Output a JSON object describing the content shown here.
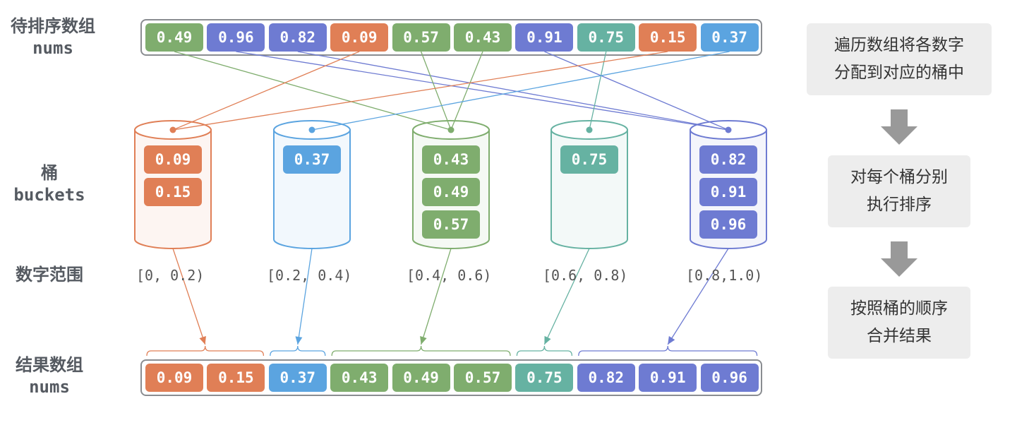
{
  "labels": {
    "input_zh": "待排序数组",
    "input_en": "nums",
    "bucket_zh": "桶",
    "bucket_en": "buckets",
    "range_zh": "数字范围",
    "result_zh": "结果数组",
    "result_en": "nums"
  },
  "colors": {
    "orange": "#e07f56",
    "blue": "#5ba4e0",
    "green": "#7fad6e",
    "teal": "#66b2a2",
    "purple": "#6e7bd2",
    "frame": "#8a8d91"
  },
  "input_array": [
    {
      "value": "0.49",
      "bucket": 2
    },
    {
      "value": "0.96",
      "bucket": 4
    },
    {
      "value": "0.82",
      "bucket": 4
    },
    {
      "value": "0.09",
      "bucket": 0
    },
    {
      "value": "0.57",
      "bucket": 2
    },
    {
      "value": "0.43",
      "bucket": 2
    },
    {
      "value": "0.91",
      "bucket": 4
    },
    {
      "value": "0.75",
      "bucket": 3
    },
    {
      "value": "0.15",
      "bucket": 0
    },
    {
      "value": "0.37",
      "bucket": 1
    }
  ],
  "buckets": [
    {
      "color": "orange",
      "range": "[0, 0.2)",
      "items": [
        "0.09",
        "0.15"
      ]
    },
    {
      "color": "blue",
      "range": "[0.2, 0.4)",
      "items": [
        "0.37"
      ]
    },
    {
      "color": "green",
      "range": "[0.4, 0.6)",
      "items": [
        "0.43",
        "0.49",
        "0.57"
      ]
    },
    {
      "color": "teal",
      "range": "[0.6, 0.8)",
      "items": [
        "0.75"
      ]
    },
    {
      "color": "purple",
      "range": "[0.8,1.0)",
      "items": [
        "0.82",
        "0.91",
        "0.96"
      ]
    }
  ],
  "result_array": [
    {
      "value": "0.09",
      "bucket": 0
    },
    {
      "value": "0.15",
      "bucket": 0
    },
    {
      "value": "0.37",
      "bucket": 1
    },
    {
      "value": "0.43",
      "bucket": 2
    },
    {
      "value": "0.49",
      "bucket": 2
    },
    {
      "value": "0.57",
      "bucket": 2
    },
    {
      "value": "0.75",
      "bucket": 3
    },
    {
      "value": "0.82",
      "bucket": 4
    },
    {
      "value": "0.91",
      "bucket": 4
    },
    {
      "value": "0.96",
      "bucket": 4
    }
  ],
  "steps": [
    "遍历数组将各数字\n分配到对应的桶中",
    "对每个桶分别\n执行排序",
    "按照桶的顺序\n合并结果"
  ],
  "icons": {
    "step_arrow": "down-arrow-icon"
  }
}
